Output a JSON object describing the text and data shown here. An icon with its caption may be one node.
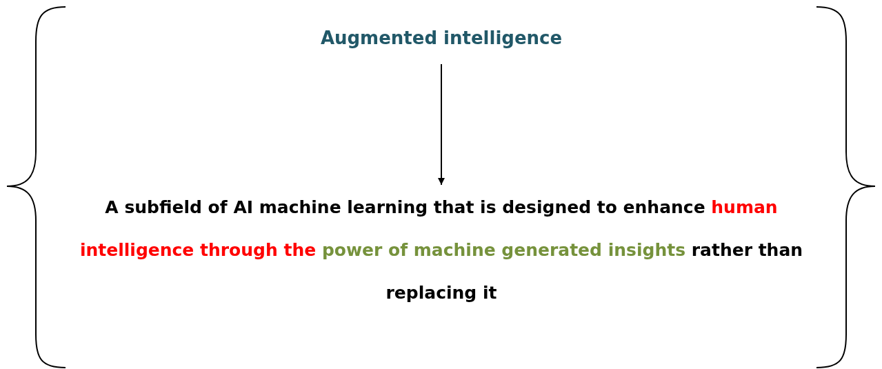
{
  "diagram": {
    "nodes": [
      {
        "text": [
          "Augmented intelligence"
        ]
      },
      {
        "text": [
          "A subfield of AI machine learning that is designed to enhance",
          "human intelligence through the",
          "power of machine generated insights",
          "rather than replacing it"
        ]
      }
    ],
    "edges": [
      {
        "from": 0,
        "to": 1,
        "arrow": "to"
      }
    ]
  }
}
